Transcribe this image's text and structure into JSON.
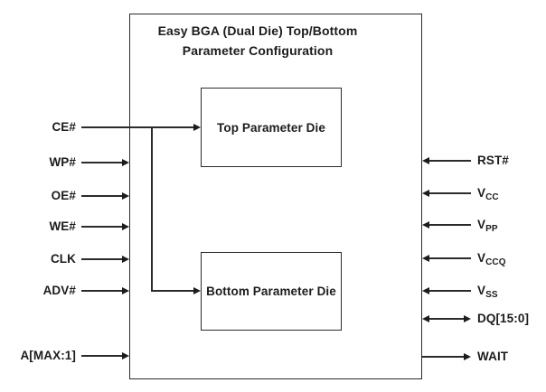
{
  "diagram": {
    "title_line1": "Easy BGA (Dual Die) Top/Bottom",
    "title_line2": "Parameter Configuration",
    "top_die_label": "Top Parameter Die",
    "bottom_die_label": "Bottom Parameter Die"
  },
  "signals": {
    "left": [
      {
        "label": "CE#",
        "direction": "input-to-both-dies"
      },
      {
        "label": "WP#",
        "direction": "input"
      },
      {
        "label": "OE#",
        "direction": "input"
      },
      {
        "label": "WE#",
        "direction": "input"
      },
      {
        "label": "CLK",
        "direction": "input"
      },
      {
        "label": "ADV#",
        "direction": "input"
      },
      {
        "label": "A[MAX:1]",
        "direction": "input"
      }
    ],
    "right": [
      {
        "label": "RST#",
        "sub": "",
        "direction": "input"
      },
      {
        "label": "V",
        "sub": "CC",
        "direction": "input"
      },
      {
        "label": "V",
        "sub": "PP",
        "direction": "input"
      },
      {
        "label": "V",
        "sub": "CCQ",
        "direction": "input"
      },
      {
        "label": "V",
        "sub": "SS",
        "direction": "input"
      },
      {
        "label": "DQ[15:0]",
        "sub": "",
        "direction": "bidirectional"
      },
      {
        "label": "WAIT",
        "sub": "",
        "direction": "output"
      }
    ]
  },
  "colors": {
    "line": "#2b2b2d",
    "text": "#1c1c1e",
    "background": "#ffffff"
  }
}
